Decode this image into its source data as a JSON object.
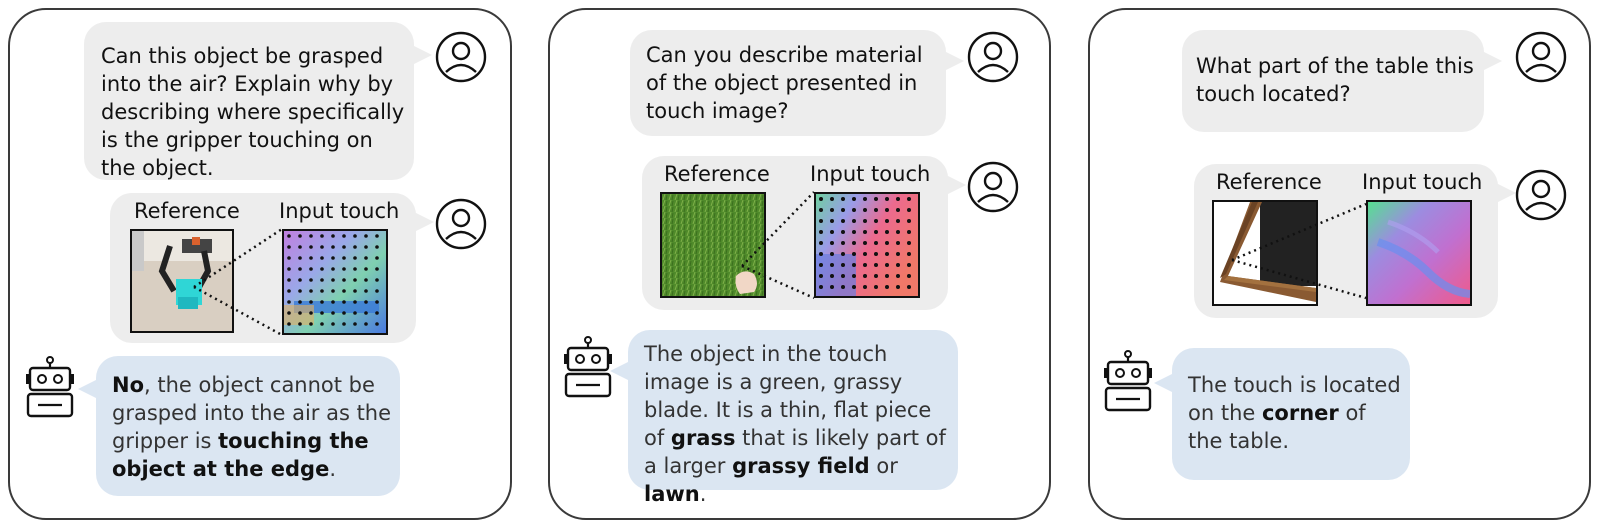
{
  "panels": [
    {
      "question": "Can this object be grasped\ninto the air? Explain why by\ndescribing where specifically\nis the gripper touching on\nthe object.",
      "reference_label": "Reference",
      "touch_label": "Input touch",
      "answer_segments": [
        {
          "text": "No",
          "bold": true
        },
        {
          "text": ", the object cannot be\ngrasped into the air as the\ngripper is ",
          "bold": false
        },
        {
          "text": "touching the\nobject at the edge",
          "bold": true
        },
        {
          "text": ".",
          "bold": false
        }
      ]
    },
    {
      "question": "Can you describe material\nof the object presented in\ntouch image?",
      "reference_label": "Reference",
      "touch_label": "Input touch",
      "answer_segments": [
        {
          "text": "The object in the touch\nimage is a green, grassy\nblade. It is a thin, flat piece\nof ",
          "bold": false
        },
        {
          "text": "grass",
          "bold": true
        },
        {
          "text": " that is likely part of\na larger ",
          "bold": false
        },
        {
          "text": "grassy field",
          "bold": true
        },
        {
          "text": " or ",
          "bold": false
        },
        {
          "text": "lawn",
          "bold": true
        },
        {
          "text": ".",
          "bold": false
        }
      ]
    },
    {
      "question": "What part of the table this\ntouch located?",
      "reference_label": "Reference",
      "touch_label": "Input touch",
      "answer_segments": [
        {
          "text": "The touch is located\non the ",
          "bold": false
        },
        {
          "text": "corner",
          "bold": true
        },
        {
          "text": " of\nthe table.",
          "bold": false
        }
      ]
    }
  ],
  "icons": {
    "user": "user-avatar-icon",
    "robot": "robot-icon"
  },
  "colors": {
    "question_bubble": "#ededed",
    "answer_bubble": "#dbe6f2",
    "panel_border": "#3a3a3a"
  }
}
